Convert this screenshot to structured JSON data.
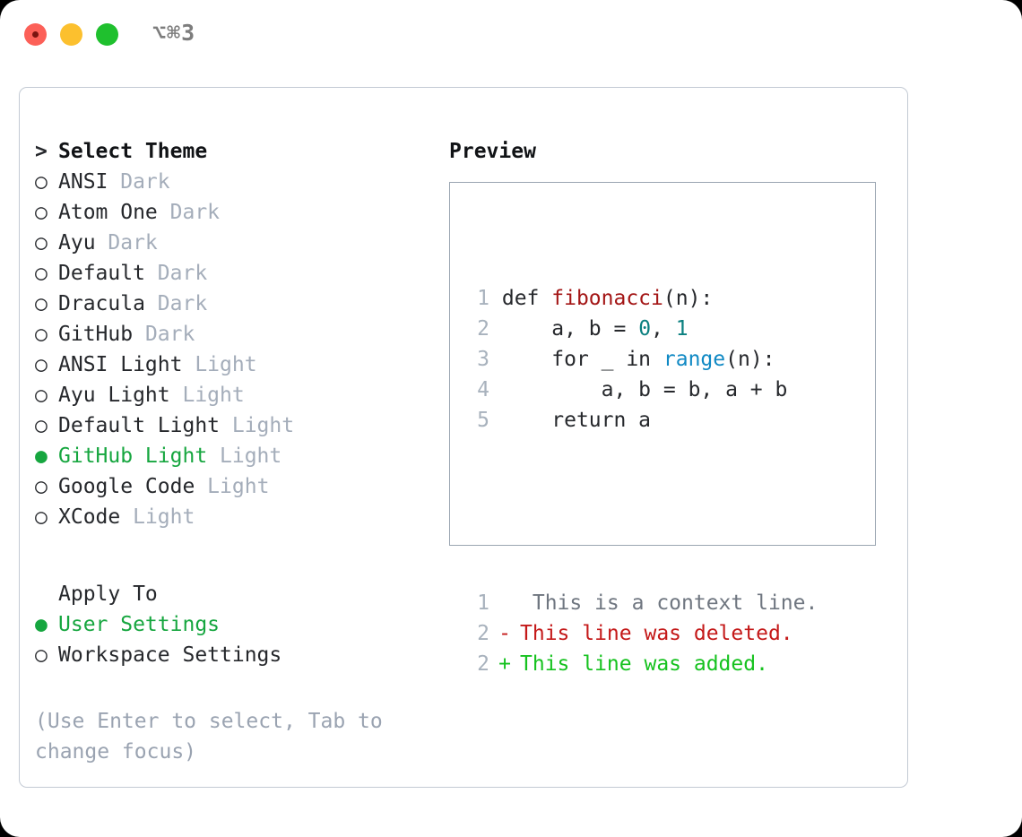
{
  "titlebar": {
    "shortcut": "⌥⌘3",
    "buttons": {
      "close": "close-button",
      "minimize": "minimize-button",
      "maximize": "maximize-button"
    }
  },
  "theme_picker": {
    "header_prefix": "> ",
    "header_label": "Select Theme",
    "bullet_selected": "●",
    "bullet_unselected": "○",
    "items": [
      {
        "bullet": "○",
        "name": "ANSI",
        "tag": "Dark",
        "selected": false
      },
      {
        "bullet": "○",
        "name": "Atom One",
        "tag": "Dark",
        "selected": false
      },
      {
        "bullet": "○",
        "name": "Ayu",
        "tag": "Dark",
        "selected": false
      },
      {
        "bullet": "○",
        "name": "Default",
        "tag": "Dark",
        "selected": false
      },
      {
        "bullet": "○",
        "name": "Dracula",
        "tag": "Dark",
        "selected": false
      },
      {
        "bullet": "○",
        "name": "GitHub",
        "tag": "Dark",
        "selected": false
      },
      {
        "bullet": "○",
        "name": "ANSI Light",
        "tag": "Light",
        "selected": false
      },
      {
        "bullet": "○",
        "name": "Ayu Light",
        "tag": "Light",
        "selected": false
      },
      {
        "bullet": "○",
        "name": "Default Light",
        "tag": "Light",
        "selected": false
      },
      {
        "bullet": "●",
        "name": "GitHub Light",
        "tag": "Light",
        "selected": true
      },
      {
        "bullet": "○",
        "name": "Google Code",
        "tag": "Light",
        "selected": false
      },
      {
        "bullet": "○",
        "name": "XCode",
        "tag": "Light",
        "selected": false
      }
    ]
  },
  "apply_to": {
    "title": "Apply To",
    "items": [
      {
        "bullet": "●",
        "label": "User Settings",
        "selected": true
      },
      {
        "bullet": "○",
        "label": "Workspace Settings",
        "selected": false
      }
    ]
  },
  "hint": "(Use Enter to select, Tab to change focus)",
  "preview": {
    "title": "Preview",
    "code_lines": [
      {
        "number": "1",
        "marker": "",
        "tokens": [
          {
            "text": "def ",
            "kind": "plain"
          },
          {
            "text": "fibonacci",
            "kind": "fn"
          },
          {
            "text": "(n):",
            "kind": "plain"
          }
        ]
      },
      {
        "number": "2",
        "marker": "",
        "tokens": [
          {
            "text": "    a, b = ",
            "kind": "plain"
          },
          {
            "text": "0",
            "kind": "num"
          },
          {
            "text": ", ",
            "kind": "plain"
          },
          {
            "text": "1",
            "kind": "num"
          }
        ]
      },
      {
        "number": "3",
        "marker": "",
        "tokens": [
          {
            "text": "    for _ in ",
            "kind": "plain"
          },
          {
            "text": "range",
            "kind": "builtin"
          },
          {
            "text": "(n):",
            "kind": "plain"
          }
        ]
      },
      {
        "number": "4",
        "marker": "",
        "tokens": [
          {
            "text": "        a, b = b, a + b",
            "kind": "plain"
          }
        ]
      },
      {
        "number": "5",
        "marker": "",
        "tokens": [
          {
            "text": "    return a",
            "kind": "plain"
          }
        ]
      }
    ],
    "diff_lines": [
      {
        "number": "1",
        "marker": " ",
        "text": " This is a context line.",
        "kind": "ctx"
      },
      {
        "number": "2",
        "marker": "-",
        "text": "This line was deleted.",
        "kind": "del"
      },
      {
        "number": "2",
        "marker": "+",
        "text": "This line was added.",
        "kind": "add"
      }
    ]
  },
  "colors": {
    "accent_green": "#16a63f",
    "muted": "#a4adba",
    "hint": "#9aa3b1",
    "linenum": "#a8b2bd",
    "syntax_function": "#a31515",
    "syntax_number": "#0b8080",
    "syntax_builtin": "#1089c4",
    "diff_deleted": "#c41919",
    "diff_added": "#16c21f",
    "panel_border": "#c3cad4",
    "preview_border": "#9aa5b1"
  }
}
